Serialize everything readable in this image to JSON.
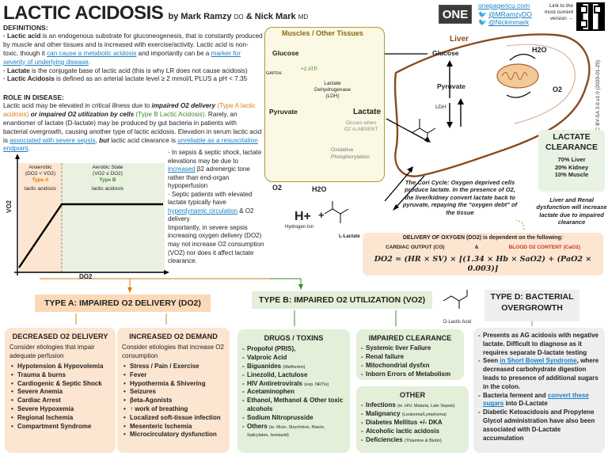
{
  "header": {
    "title": "LACTIC ACIDOSIS",
    "by": "by",
    "author1": "Mark Ramzy",
    "cred1": "DO",
    "amp": "&",
    "author2": "Nick Mark",
    "cred2": "MD",
    "logo": "ONE",
    "site": "onepagericu.com",
    "twitter1": "@MRamzyDO",
    "twitter2": "@Nickmmark",
    "latest_note": "Link to the most current version →",
    "version": "CC BY-SA 3.0  v1.0 (2020-01-25)"
  },
  "definitions": {
    "heading": "DEFINITIONS:",
    "p1a": "· Lactic acid",
    "p1b": " is an endogenous substrate for gluconeogenesis, that is constantly produced by muscle and other tissues and is increased with exercise/activity. Lactic acid is non-toxic, though it ",
    "p1link": "can cause a metabolic acidosis",
    "p1c": " and importantly can be a ",
    "p1link2": "marker for severity of underlying disease",
    "p1d": ".",
    "p2a": "· Lactate",
    "p2b": " is the conjugate base of lactic acid (this is why LR does not cause acidosis)",
    "p3a": "· Lactic Acidosis",
    "p3b": " is defined as an arterial lactate level ≥ 2 mmol/L PLUS a pH < 7.35"
  },
  "role": {
    "heading": "ROLE IN DISEASE:",
    "t1": "Lactic acid may be elevated in critical illness due to ",
    "t2": "impaired O2 delivery",
    "t3": " (Type A lactic acidosis) ",
    "t4": "or impaired O2 utilization by cells",
    "t5": " (Type B Lactic Acidosis).",
    "t6": " Rarely, an enantiomer of lactate (D-lactate) may be produced by gut bacteria in patients with bacterial overgrowth, causing another type of lactic acidosis. Elevation in serum lactic acid is ",
    "t7": "associated with severe sepsis",
    "t8": ", ",
    "t9": "but",
    "t10": " lactic acid clearance is ",
    "t11": "unreliable as a resuscitation endpoint",
    "t12": "."
  },
  "sepsis": {
    "a1": "· In sepsis & septic shock, lactate elevations may be due to ",
    "a2": "increased",
    "a3": " β2 adrenergic tone rather than end-organ hypoperfusion",
    "b1": "· Septic patients with elevated lactate typically have ",
    "b2": "hyperdynamic circulation",
    "b3": " & O2 delivery",
    "c1": "Importantly, in severe sepsis increasing oxygen delivery (DO2) may not increase O2 consumption (VO2) nor does it affect lactate clearance."
  },
  "graph": {
    "anaerobic": "Anaerobic",
    "anaerobic_sub": "(DO2 < VO2)",
    "typeA": "Type A",
    "anaerobic_lbl": "lactic acidosis",
    "aerobic": "Aerobic State",
    "aerobic_sub": "(VO2 ≤ DO2)",
    "typeB": "Type B",
    "aerobic_lbl": "lactic acidosis",
    "ylabel": "VO2",
    "xlabel": "DO2"
  },
  "muscle": {
    "title": "Muscles / Other Tissues",
    "glucose": "Glucose",
    "gapdh": "GAPDH",
    "atp": "+2 ATP",
    "ldh1": "Lactate",
    "ldh2": "Dehydrogenase",
    "ldh3": "(LDH)",
    "pyruvate": "Pyruvate",
    "lactate": "Lactate",
    "occurs1": "Occurs when",
    "occurs2": "O2 is ABSENT",
    "oxphos1": "Oxidative",
    "oxphos2": "Phosphorylation",
    "o2": "O2",
    "h2o": "H2O"
  },
  "liver": {
    "title": "Liver",
    "glucose": "Glucose",
    "h2o": "H2O",
    "o2": "O2",
    "pyruvate": "Pyruvate",
    "ldh": "LDH",
    "cori": "The Cori Cycle: Oxygen deprived cells produce lactate. In the presence of O2, the liver/kidney convert lactate back to pyruvate, repaying the \"oxygen debt\" of the tissue"
  },
  "ions": {
    "h": "H+",
    "plus": "+",
    "hlabel": "Hydrogen Ion",
    "llabel": "L-Lactate"
  },
  "clearance": {
    "title1": "LACTATE",
    "title2": "CLEARANCE",
    "l1": "70% Liver",
    "l2": "20% Kidney",
    "l3": "10% Muscle",
    "note": "Liver and Renal dysfunction will increase lactate due to impaired clearance"
  },
  "do2": {
    "line1": "DELIVERY OF OXYGEN (DO2) is dependent on the following:",
    "co": "CARDIAC OUTPUT (CO)",
    "amp": "&",
    "cao2": "BLOOD O2 CONTENT (CaO2)",
    "eq": "DO2 = (HR × SV) × [(1.34 × Hb × SaO2) + (PaO2 × 0.003)]"
  },
  "types": {
    "a": "TYPE A: IMPAIRED O2 DELIVERY (DO2)",
    "b": "TYPE B: IMPAIRED O2 UTILIZATION (VO2)",
    "d": "TYPE D: BACTERIAL OVERGROWTH",
    "dlactic": "D-Lactic Acid"
  },
  "decreased": {
    "title": "DECREASED O2 DELIVERY",
    "intro": "Consider etiologies that impair adequate perfusion",
    "items": [
      "Hypotension & Hypovolemia",
      "Trauma & burns",
      "Cardiogenic & Septic Shock",
      "Severe Anemia",
      "Cardiac Arrest",
      "Severe Hypoxemia",
      "Regional Ischemia",
      "Compartment Syndrome"
    ]
  },
  "increased": {
    "title": "INCREASED O2 DEMAND",
    "intro": "Consider etiologies that increase O2 consumption",
    "items": [
      "Stress / Pain / Exercise",
      "Fever",
      "Hypothermia & Shivering",
      "Seizures",
      "βeta-Agonists",
      "↑ work of breathing",
      "Localized soft-tissue infection",
      "Mesenteric Ischemia",
      "Microcirculatory dysfunction"
    ]
  },
  "drugs": {
    "title": "DRUGS / TOXINS",
    "items": [
      {
        "t": "Propofol (PRIS),",
        "s": ""
      },
      {
        "t": "Valproic Acid",
        "s": ""
      },
      {
        "t": "Biguanides",
        "s": "(Metformin)"
      },
      {
        "t": "Linezolid, Lactulose",
        "s": ""
      },
      {
        "t": "HIV Antiretrovirals",
        "s": "(esp. NRTIs)"
      },
      {
        "t": "Acetaminophen",
        "s": ""
      },
      {
        "t": "Ethanol, Methanol & Other toxic alcohols",
        "s": ""
      },
      {
        "t": "Sodium Nitroprusside",
        "s": ""
      },
      {
        "t": "Others",
        "s": "(ie. Ricin, Strychnine, Niacin, Salicylates, Isoniazid)"
      }
    ]
  },
  "impaired": {
    "title": "IMPAIRED CLEARANCE",
    "items": [
      "Systemic liver Failure",
      "Renal failure",
      "Mitochondrial dysfxn",
      "Inborn Errors of Metabolism"
    ]
  },
  "other": {
    "title": "OTHER",
    "items": [
      {
        "t": "Infections",
        "s": "(ie. HIV, Malaria, Late Sepsis)"
      },
      {
        "t": "Malignancy",
        "s": "(Leukemia/Lymphoma)"
      },
      {
        "t": "Diabetes Mellitus +/- DKA",
        "s": ""
      },
      {
        "t": "Alcoholic lactic acidosis",
        "s": ""
      },
      {
        "t": "Deficiencies",
        "s": "(Thiamine & Biotin)"
      }
    ]
  },
  "typeD": {
    "p1": "Presents as AG acidosis with negative lactate. Difficult to diagnose as it requires separate D-lactate testing",
    "p2a": "Seen ",
    "p2link": "in Short Bowel Syndrome",
    "p2b": ", where decreased carbohydrate digestion leads to presence of additional sugars in the colon.",
    "p3a": "Bacteria ferment and ",
    "p3link": "convert these sugars",
    "p3b": " into D-Lactate",
    "p4": "Diabetic Ketoacidosis and Propylene Glycol administration have also been associated with D-Lactate accumulation"
  },
  "colors": {
    "orange": "#e07a10",
    "blue": "#1a7fc4",
    "red": "#c8331c",
    "green": "#3a8a2a",
    "liver": "#8a4a1e"
  }
}
